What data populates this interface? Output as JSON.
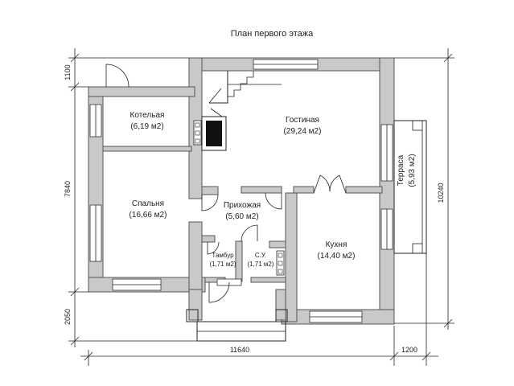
{
  "title": "План первого этажа",
  "rooms": {
    "boiler": {
      "name": "Котельая",
      "area": "(6,19 м2)"
    },
    "living": {
      "name": "Гостиная",
      "area": "(29,24 м2)"
    },
    "bedroom": {
      "name": "Спальня",
      "area": "(16,66 м2)"
    },
    "hall": {
      "name": "Прихожая",
      "area": "(5,60 м2)"
    },
    "vestibule": {
      "name": "Тамбур",
      "area": "(1,71 м2)"
    },
    "wc": {
      "name": "С.У.",
      "area": "(1,71 м2)"
    },
    "kitchen": {
      "name": "Кухня",
      "area": "(14,40 м2)"
    },
    "terrace": {
      "name": "Терраса",
      "area": "(5,93 м2)"
    }
  },
  "dimensions": {
    "left_top": "1100",
    "left_mid": "7840",
    "left_bottom": "2050",
    "right": "10240",
    "bottom_main": "11640",
    "bottom_extra": "1200"
  }
}
